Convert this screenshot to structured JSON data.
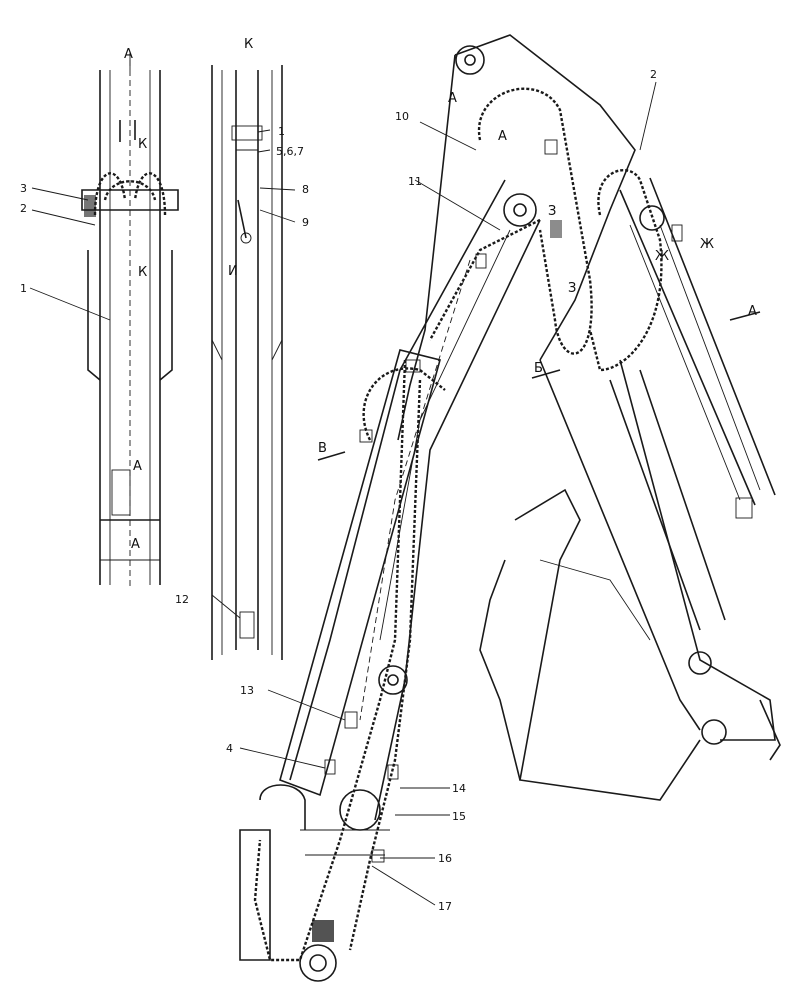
{
  "labels": {
    "view_a_top": "A",
    "view_k_top": "К",
    "n3": "3",
    "n2_left": "2",
    "n1_left": "1",
    "k_upper": "К",
    "k_lower": "К",
    "a_mid_left": "А",
    "a_bottom_left": "А",
    "n1_mid": "1",
    "n5_6_7": "5,6,7",
    "n8": "8",
    "n9": "9",
    "i_label": "И",
    "n12": "12",
    "n10": "10",
    "a_boom_top": "А",
    "a_boom_second": "А",
    "n11": "11",
    "z1": "З",
    "z2": "З",
    "n2_right": "2",
    "zh1": "Ж",
    "zh2": "Ж",
    "a_right_arrow": "А",
    "b_arrow": "Б",
    "v_arrow": "В",
    "n13": "13",
    "n4": "4",
    "n14": "14",
    "n15": "15",
    "n16": "16",
    "n17": "17"
  }
}
